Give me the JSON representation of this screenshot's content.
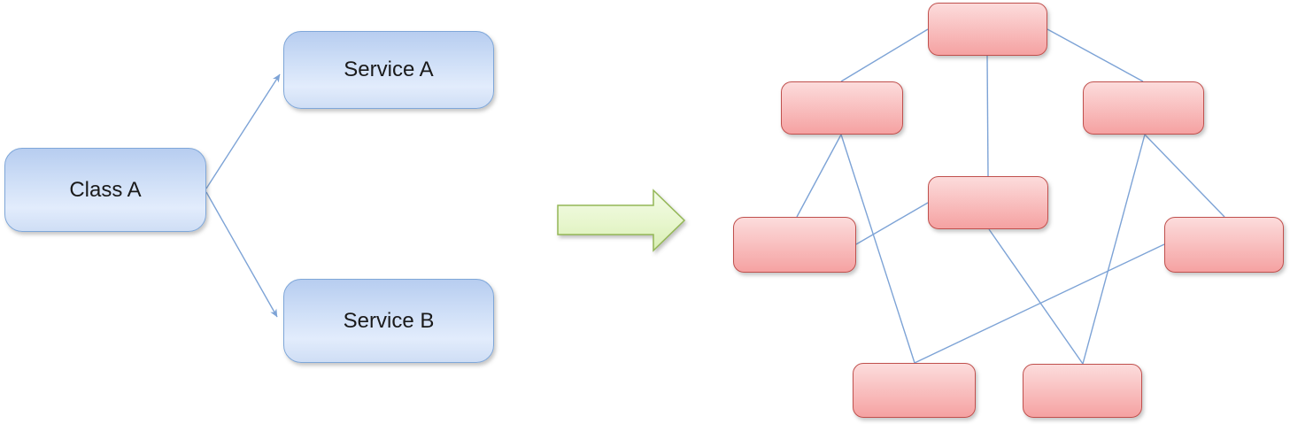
{
  "diagram_title": "class-to-service-mapping-transforms-to-service-network",
  "left_diagram": {
    "nodes": [
      {
        "id": "class-a",
        "label": "Class A"
      },
      {
        "id": "service-a",
        "label": "Service A"
      },
      {
        "id": "service-b",
        "label": "Service B"
      }
    ],
    "edges": [
      {
        "from": "class-a",
        "to": "service-a",
        "arrowhead": true
      },
      {
        "from": "class-a",
        "to": "service-b",
        "arrowhead": true
      }
    ]
  },
  "transform_arrow": {
    "shape": "block-arrow-right",
    "fill_top": "#f3fbe6",
    "fill_bottom": "#d9efb4",
    "border": "#94b757"
  },
  "right_network": {
    "nodes": [
      {
        "id": "n1",
        "label": ""
      },
      {
        "id": "n2",
        "label": ""
      },
      {
        "id": "n3",
        "label": ""
      },
      {
        "id": "n4",
        "label": ""
      },
      {
        "id": "n5",
        "label": ""
      },
      {
        "id": "n6",
        "label": ""
      },
      {
        "id": "n7",
        "label": ""
      },
      {
        "id": "n8",
        "label": ""
      }
    ],
    "edges": [
      [
        "n1",
        "n2"
      ],
      [
        "n1",
        "n3"
      ],
      [
        "n1",
        "n4"
      ],
      [
        "n2",
        "n5"
      ],
      [
        "n2",
        "n7"
      ],
      [
        "n5",
        "n4"
      ],
      [
        "n4",
        "n8"
      ],
      [
        "n3",
        "n8"
      ],
      [
        "n3",
        "n6"
      ],
      [
        "n7",
        "n6"
      ]
    ]
  },
  "colors": {
    "background": "#ffffff",
    "blue_node_border": "#7fa7d9",
    "blue_node_fill_top": "#b7cdf0",
    "blue_node_fill_bottom": "#cfdef5",
    "pink_node_border": "#c0504d",
    "pink_node_fill_top": "#fcdcdc",
    "pink_node_fill_bottom": "#f5a2a2",
    "connector_line": "#7da3d6",
    "text": "#1a1a1a"
  }
}
